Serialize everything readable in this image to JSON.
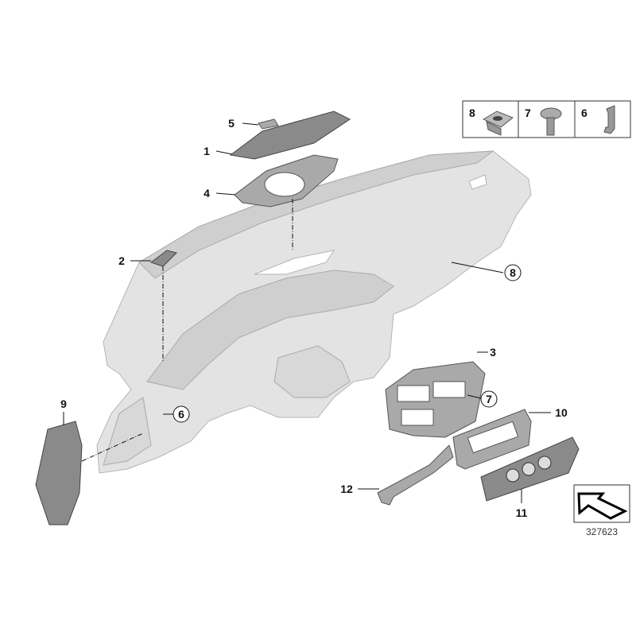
{
  "diagram": {
    "callouts": [
      {
        "id": "5",
        "label": "5"
      },
      {
        "id": "1",
        "label": "1"
      },
      {
        "id": "4",
        "label": "4"
      },
      {
        "id": "2",
        "label": "2"
      },
      {
        "id": "8",
        "label": "8",
        "circled": true
      },
      {
        "id": "3",
        "label": "3"
      },
      {
        "id": "7",
        "label": "7",
        "circled": true
      },
      {
        "id": "6",
        "label": "6",
        "circled": true
      },
      {
        "id": "9",
        "label": "9"
      },
      {
        "id": "10",
        "label": "10"
      },
      {
        "id": "12",
        "label": "12"
      },
      {
        "id": "11",
        "label": "11"
      }
    ],
    "fastener_box": [
      {
        "label": "8",
        "icon": "cage-nut-icon"
      },
      {
        "label": "7",
        "icon": "hex-bolt-icon"
      },
      {
        "label": "6",
        "icon": "bracket-clip-icon"
      }
    ],
    "orientation_icon": "arrow-icon",
    "diagram_number": "327623"
  }
}
